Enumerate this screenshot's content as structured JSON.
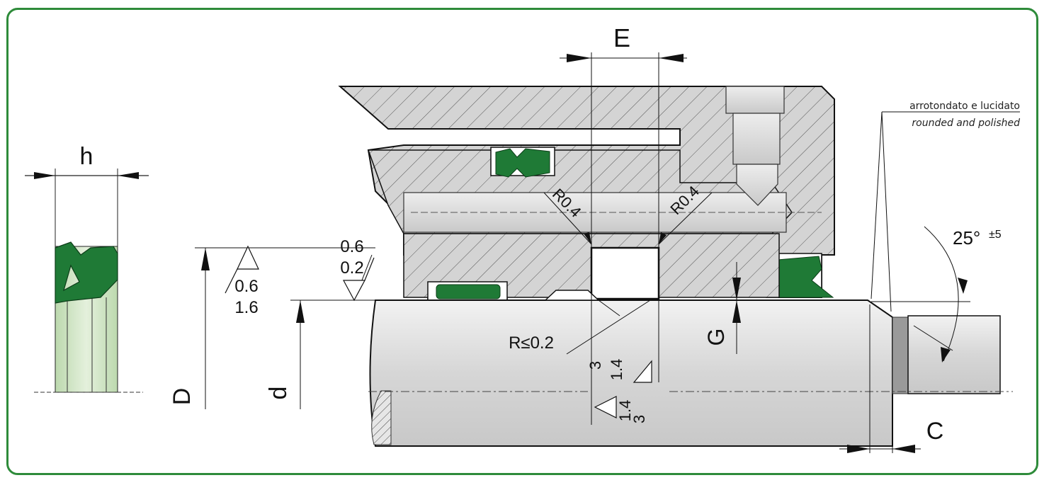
{
  "labels": {
    "h": "h",
    "E": "E",
    "D": "D",
    "d": "d",
    "G": "G",
    "C": "C",
    "r04_left": "R0.4",
    "r04_right": "R0.4",
    "r02": "R≤0.2",
    "angle": "25°",
    "angle_tol": "±5",
    "val_06": "0.6",
    "val_02": "0.2",
    "rough_06": "0.6",
    "rough_16": "1.6",
    "rough_3a": "3",
    "rough_14a": "1.4",
    "rough_14b": "1.4",
    "rough_3b": "3"
  },
  "note": {
    "line1": "arrotondato e lucidato",
    "line2": "rounded and polished"
  },
  "colors": {
    "frame": "#2e8b3a",
    "seal": "#1f7a36",
    "seal_light": "#cfe3c4",
    "shaft": "#d9d9d9",
    "housing": "#d4d4d4",
    "ink": "#111111"
  },
  "icons": [
    "seal-profile-icon",
    "dimension-arrow-icon",
    "roughness-triangle-icon"
  ]
}
